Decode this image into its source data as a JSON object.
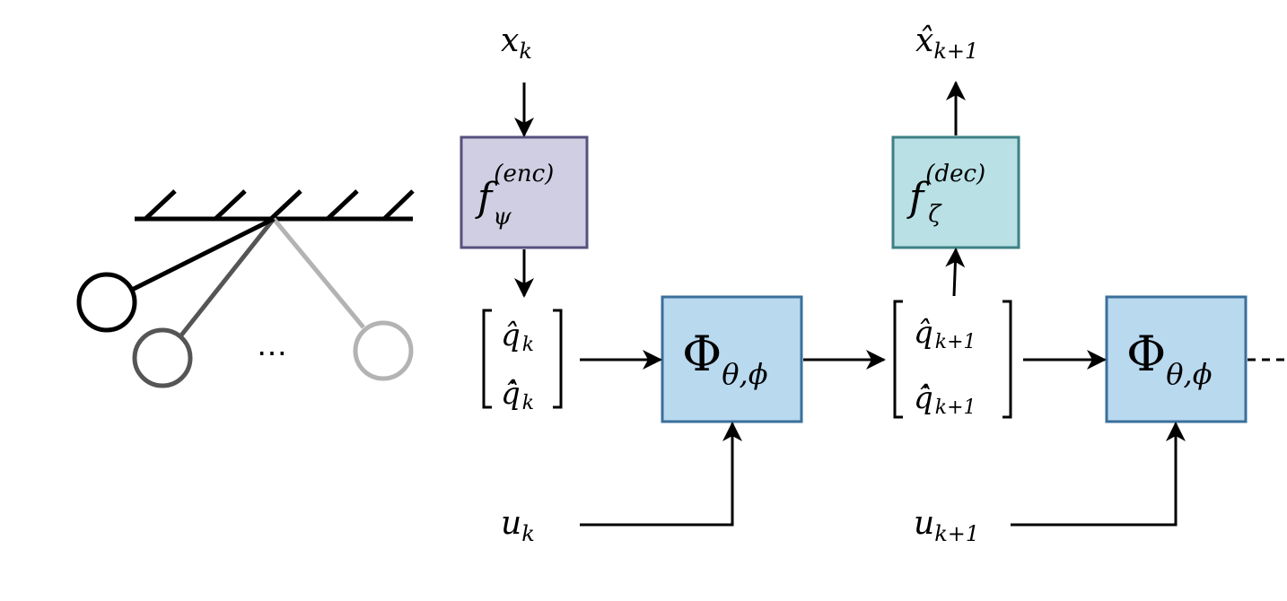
{
  "pendulum": {
    "ellipsis": "⋯",
    "bob_colors": [
      "#000000",
      "#555555",
      "#b3b3b3"
    ]
  },
  "labels": {
    "x_k": {
      "base": "x",
      "sub": "k"
    },
    "x_hat_next": {
      "base": "x̂",
      "sub": "k+1"
    },
    "u_k": {
      "base": "u",
      "sub": "k"
    },
    "u_next": {
      "base": "u",
      "sub": "k+1"
    }
  },
  "state_k": {
    "q": {
      "base": "q̂",
      "sub": "k"
    },
    "qdot": {
      "base": "q̂̇",
      "sub": "k"
    }
  },
  "state_next": {
    "q": {
      "base": "q̂",
      "sub": "k+1"
    },
    "qdot": {
      "base": "q̂̇",
      "sub": "k+1"
    }
  },
  "encoder": {
    "base": "f",
    "sub": "ψ",
    "sup": "(enc)",
    "color": "#d0cee2",
    "stroke": "#56517e"
  },
  "decoder": {
    "base": "f",
    "sub": "ζ",
    "sup": "(dec)",
    "color": "#b9e0e5",
    "stroke": "#3d8084"
  },
  "transition_1": {
    "base": "Φ",
    "sub": "θ,ϕ",
    "color": "#b9d9ef",
    "stroke": "#3a6f9b"
  },
  "transition_2": {
    "base": "Φ",
    "sub": "θ,ϕ",
    "color": "#b9d9ef",
    "stroke": "#3a6f9b"
  }
}
